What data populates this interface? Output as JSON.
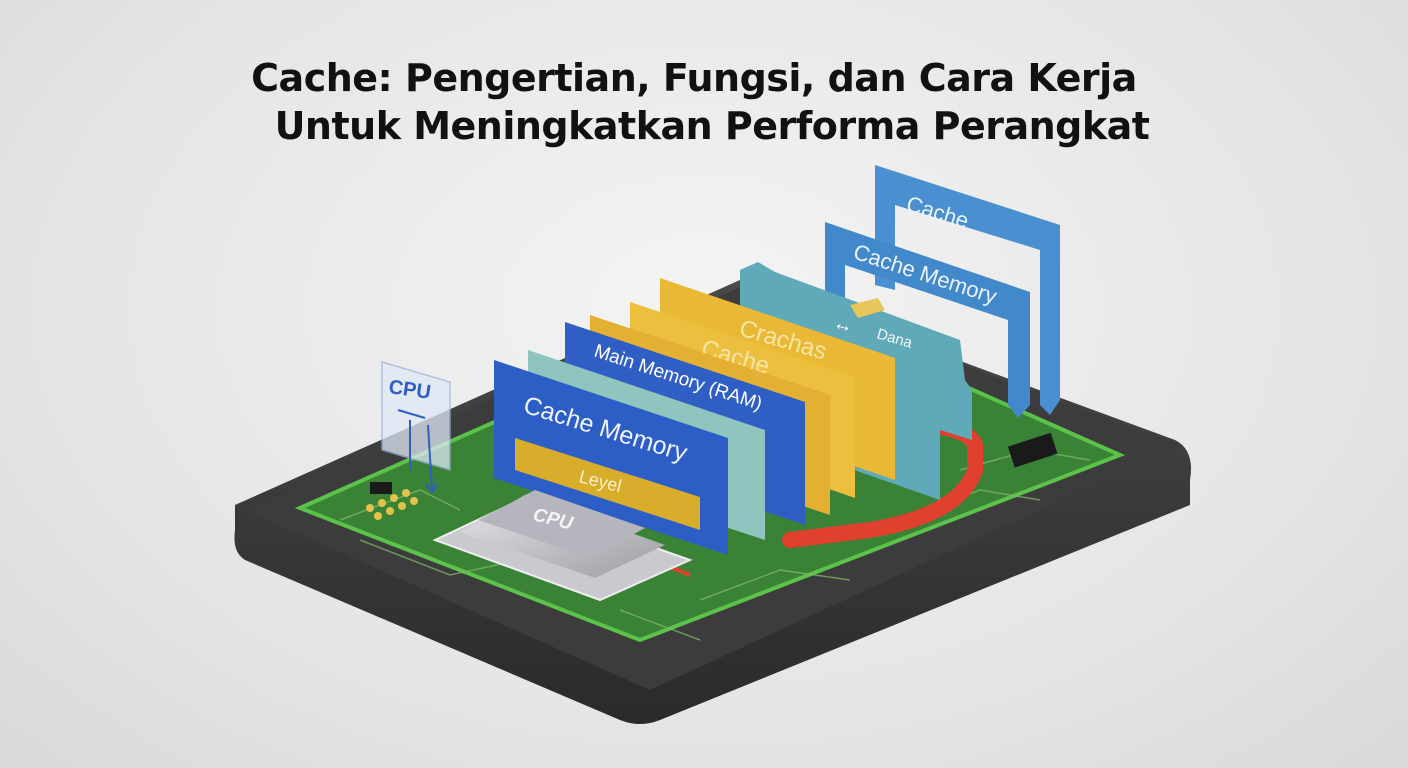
{
  "title": {
    "line1": "Cache: Pengertian, Fungsi, dan Cara Kerja",
    "line2": "Untuk Meningkatkan Performa Perangkat"
  },
  "illustration": {
    "labels": {
      "cache_top": "Cache",
      "cache_memory_back": "Cache Memory",
      "dana": "Dana",
      "crachas": "Crachas",
      "cache_mid": "Cache",
      "main_memory": "Main Memory (RAM)",
      "cache_memory_front": "Cache Memory",
      "level": "Leyel",
      "cpu_chip": "CPU",
      "cpu_sign": "CPU"
    },
    "colors": {
      "blue_dark": "#2f5fc4",
      "blue_light": "#4a90d0",
      "teal": "#5fa9b8",
      "yellow": "#e9b834",
      "green_board": "#3f8a3a",
      "base": "#3a3a3a",
      "red_arrow": "#e0402e"
    }
  }
}
